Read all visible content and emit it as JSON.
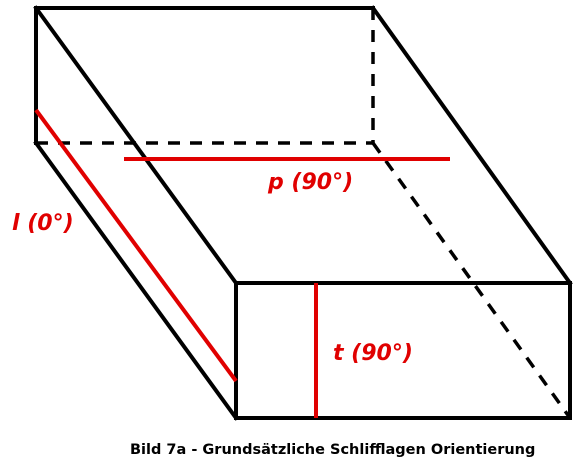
{
  "labels": {
    "longitudinal": "l (0°)",
    "plan": "p (90°)",
    "transverse": "t (90°)"
  },
  "caption": "Bild 7a - Grundsätzliche Schlifflagen Orientierung",
  "colors": {
    "edge": "#000000",
    "cut_line": "#e00000",
    "label": "#e00000",
    "background": "#ffffff"
  }
}
